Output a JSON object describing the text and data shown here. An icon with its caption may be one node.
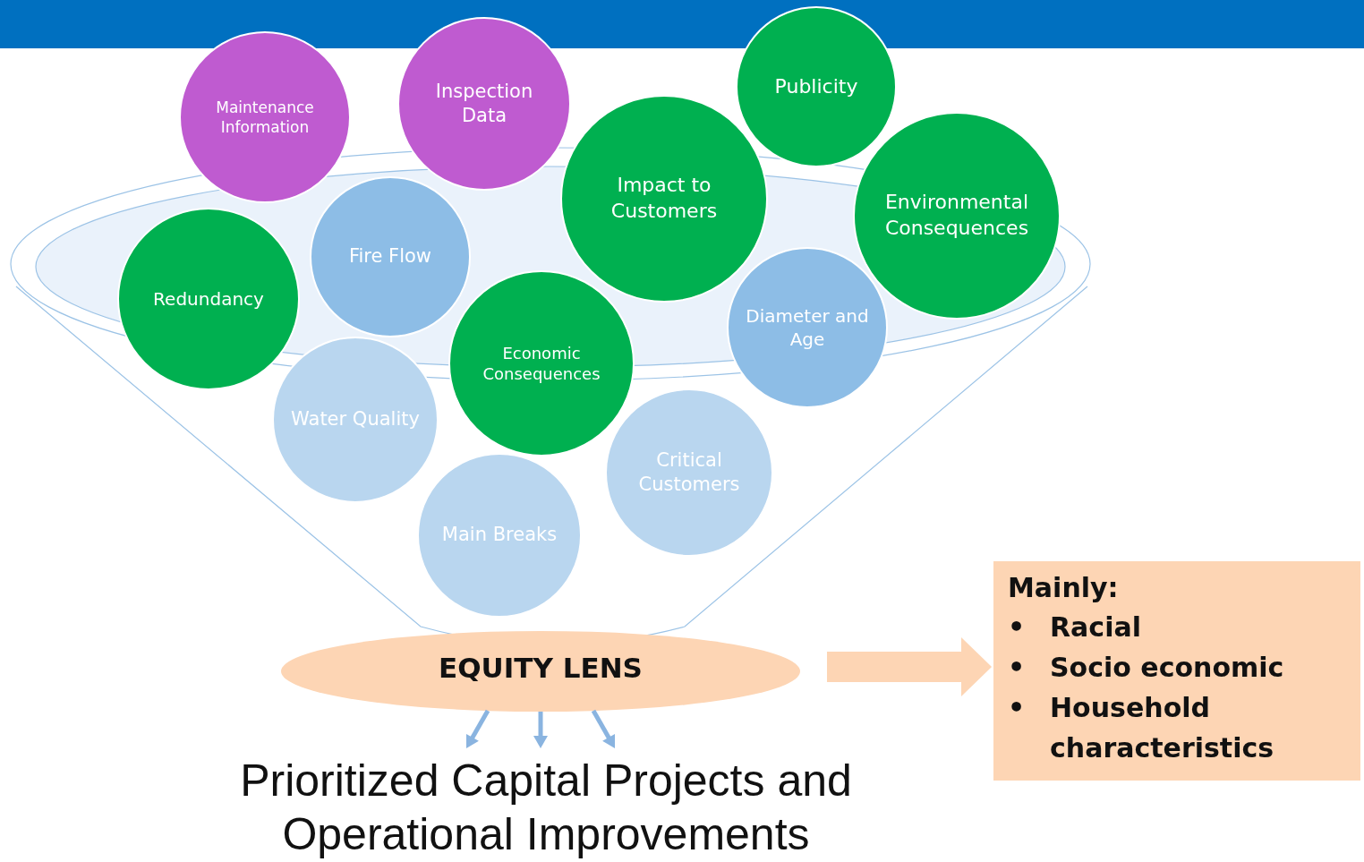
{
  "diagram": {
    "nodes": [
      {
        "text": [
          "Maintenance Information"
        ]
      },
      {
        "text": [
          "Inspection Data"
        ]
      },
      {
        "text": [
          "Publicity"
        ]
      },
      {
        "text": [
          "Impact to Customers"
        ]
      },
      {
        "text": [
          "Environmental Consequences"
        ]
      },
      {
        "text": [
          "Fire Flow"
        ]
      },
      {
        "text": [
          "Redundancy"
        ]
      },
      {
        "text": [
          "Economic Consequences"
        ]
      },
      {
        "text": [
          "Diameter and Age"
        ]
      },
      {
        "text": [
          "Water Quality"
        ]
      },
      {
        "text": [
          "Critical Customers"
        ]
      },
      {
        "text": [
          "Main Breaks"
        ]
      },
      {
        "text": [
          "EQUITY LENS"
        ]
      },
      {
        "text": [
          "Mainly:",
          "•\tRacial",
          "•\tSocio economic",
          "•\tHousehold characteristics"
        ]
      },
      {
        "text": [
          "Prioritized Capital Projects and Operational Improvements"
        ]
      }
    ],
    "edges": [
      {
        "from": 12,
        "to": 14,
        "arrow": "to"
      },
      {
        "from": 12,
        "to": 14,
        "arrow": "to"
      },
      {
        "from": 12,
        "to": 14,
        "arrow": "to"
      },
      {
        "from": 12,
        "to": 13,
        "arrow": "to",
        "style": "thick",
        "color": "#fdd5b4"
      }
    ]
  }
}
